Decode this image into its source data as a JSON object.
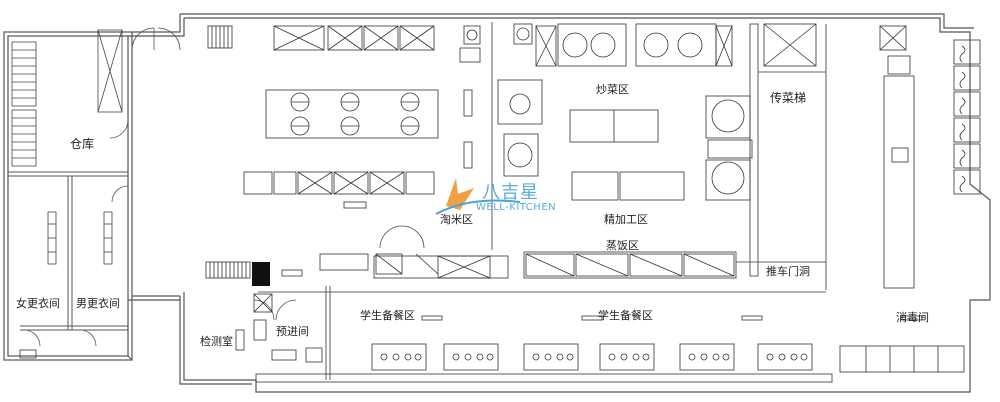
{
  "zones": {
    "warehouse": "仓库",
    "female_locker": "女更衣间",
    "male_locker": "男更衣间",
    "inspection_room": "检测室",
    "pre_entry": "预进间",
    "washing_area": "淘米区",
    "stir_fry_area": "炒菜区",
    "fine_processing": "精加工区",
    "dish_elevator": "传菜梯",
    "steaming_area": "蒸饭区",
    "cart_door": "推车门洞",
    "student_serving_left": "学生备餐区",
    "student_serving_center": "学生备餐区",
    "disinfection_room": "消毒间"
  },
  "logo": {
    "name": "八吉星",
    "subtitle": "WELL-KITCHEN",
    "accent_color": "#4aa3d8",
    "flame_color": "#f0a040"
  },
  "colors": {
    "wall": "#555555",
    "equipment": "#333333",
    "fill_dark": "#111111"
  }
}
